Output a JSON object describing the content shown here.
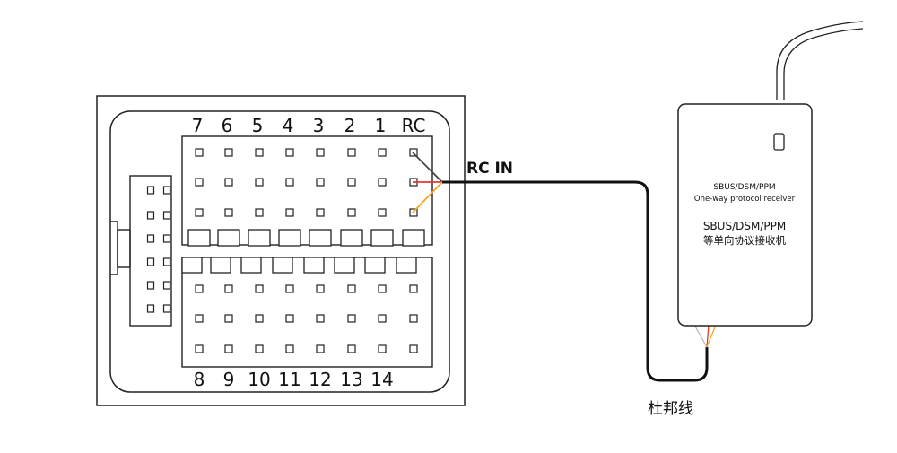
{
  "diagram": {
    "top_channel_labels": [
      "7",
      "6",
      "5",
      "4",
      "3",
      "2",
      "1",
      "RC"
    ],
    "bottom_channel_labels": [
      "8",
      "9",
      "10",
      "11",
      "12",
      "13",
      "14"
    ],
    "rc_in_label": "RC IN",
    "cable_label": "杜邦线",
    "receiver": {
      "protocol_en": "SBUS/DSM/PPM",
      "description_en": "One-way protocol receiver",
      "protocol_cn": "SBUS/DSM/PPM",
      "description_cn": "等单向协议接收机"
    },
    "wire_colors": {
      "signal": "#444444",
      "power": "#e53935",
      "ground": "#f5a623",
      "cable": "#111111"
    }
  }
}
